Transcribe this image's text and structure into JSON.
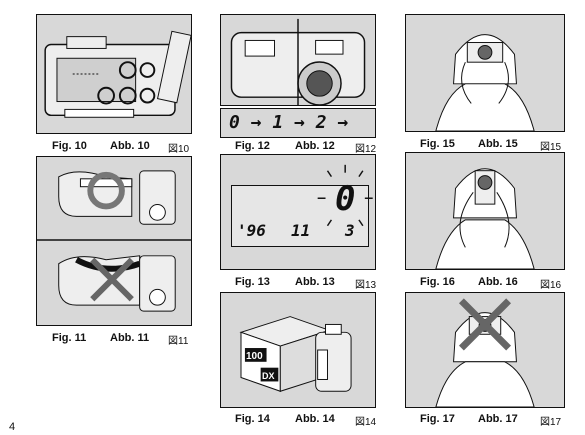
{
  "page_number": "4",
  "figures": {
    "fig10": {
      "fig": "Fig. 10",
      "abb": "Abb. 10",
      "kanji": "図10"
    },
    "fig11": {
      "fig": "Fig. 11",
      "abb": "Abb. 11",
      "kanji": "図11"
    },
    "fig12": {
      "fig": "Fig. 12",
      "abb": "Abb. 12",
      "kanji": "図12",
      "sequence": "0 → 1 → 2 → ···"
    },
    "fig13": {
      "fig": "Fig. 13",
      "abb": "Abb. 13",
      "kanji": "図13",
      "lcd_counter": "0",
      "lcd_year": "'96",
      "lcd_month": "11",
      "lcd_day": "3"
    },
    "fig14": {
      "fig": "Fig. 14",
      "abb": "Abb. 14",
      "kanji": "図14",
      "box_label": "100",
      "dx_label": "DX"
    },
    "fig15": {
      "fig": "Fig. 15",
      "abb": "Abb. 15",
      "kanji": "図15"
    },
    "fig16": {
      "fig": "Fig. 16",
      "abb": "Abb. 16",
      "kanji": "図16"
    },
    "fig17": {
      "fig": "Fig. 17",
      "abb": "Abb. 17",
      "kanji": "図17"
    }
  },
  "colors": {
    "panel_bg": "#d8d8d8",
    "line": "#111111",
    "x_mark": "#555555"
  }
}
